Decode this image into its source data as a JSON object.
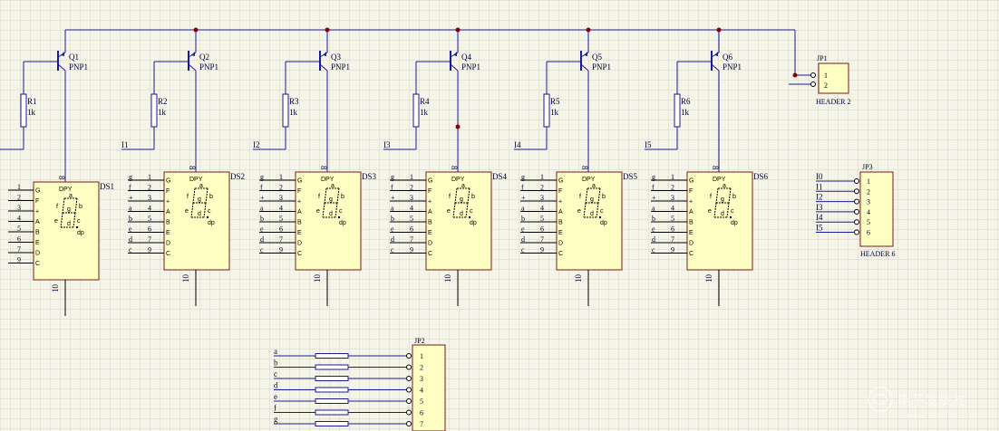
{
  "colors": {
    "background": "#f5f4e8",
    "grid": "#d6d6c4",
    "wire": "#1a1a99",
    "component_fill": "#ffffc4",
    "component_border": "#7a1a1a",
    "junction": "#8b0000",
    "text": "#000033"
  },
  "transistors": [
    {
      "ref": "Q1",
      "type": "PNP1"
    },
    {
      "ref": "Q2",
      "type": "PNP1"
    },
    {
      "ref": "Q3",
      "type": "PNP1"
    },
    {
      "ref": "Q4",
      "type": "PNP1"
    },
    {
      "ref": "Q5",
      "type": "PNP1"
    },
    {
      "ref": "Q6",
      "type": "PNP1"
    }
  ],
  "resistors": [
    {
      "ref": "R1",
      "value": "1k"
    },
    {
      "ref": "R2",
      "value": "1k"
    },
    {
      "ref": "R3",
      "value": "1k"
    },
    {
      "ref": "R4",
      "value": "1k"
    },
    {
      "ref": "R5",
      "value": "1k"
    },
    {
      "ref": "R6",
      "value": "1k"
    }
  ],
  "base_nets": [
    "",
    "I1",
    "I2",
    "I3",
    "I4",
    "I5"
  ],
  "displays": [
    {
      "ref": "DS1",
      "title": "DPY",
      "common_pin": "8",
      "bottom_pin": "10"
    },
    {
      "ref": "DS2",
      "title": "DPY",
      "common_pin": "8",
      "bottom_pin": "10"
    },
    {
      "ref": "DS3",
      "title": "DPY",
      "common_pin": "8",
      "bottom_pin": "10"
    },
    {
      "ref": "DS4",
      "title": "DPY",
      "common_pin": "8",
      "bottom_pin": "10"
    },
    {
      "ref": "DS5",
      "title": "DPY",
      "common_pin": "8",
      "bottom_pin": "10"
    },
    {
      "ref": "DS6",
      "title": "DPY",
      "common_pin": "8",
      "bottom_pin": "10"
    }
  ],
  "display_pins": {
    "numbers": [
      "1",
      "2",
      "3",
      "4",
      "5",
      "6",
      "7",
      "9"
    ],
    "segment_labels": [
      "G",
      "F",
      "+",
      "A",
      "B",
      "E",
      "D",
      "C"
    ],
    "net_labels": [
      "g",
      "f",
      "+",
      "a",
      "b",
      "e",
      "d",
      "c"
    ],
    "face_labels": [
      "a",
      "f",
      "b",
      "g",
      "e",
      "c",
      "d",
      "dp"
    ]
  },
  "headers": {
    "jp1": {
      "ref": "JP1",
      "name": "HEADER 2",
      "pins": [
        "1",
        "2"
      ]
    },
    "jp3": {
      "ref": "JP3",
      "name": "HEADER 6",
      "pins": [
        "1",
        "2",
        "3",
        "4",
        "5",
        "6"
      ],
      "nets": [
        "I0",
        "I1",
        "I2",
        "I3",
        "I4",
        "I5"
      ]
    },
    "jp2": {
      "ref": "JP2",
      "pins": [
        "1",
        "2",
        "3",
        "4",
        "5",
        "6",
        "7"
      ],
      "nets": [
        "a",
        "b",
        "c",
        "d",
        "e",
        "f",
        "g"
      ]
    }
  },
  "watermark": {
    "text": "电子发烧友",
    "url": "www.elecfans.com"
  }
}
